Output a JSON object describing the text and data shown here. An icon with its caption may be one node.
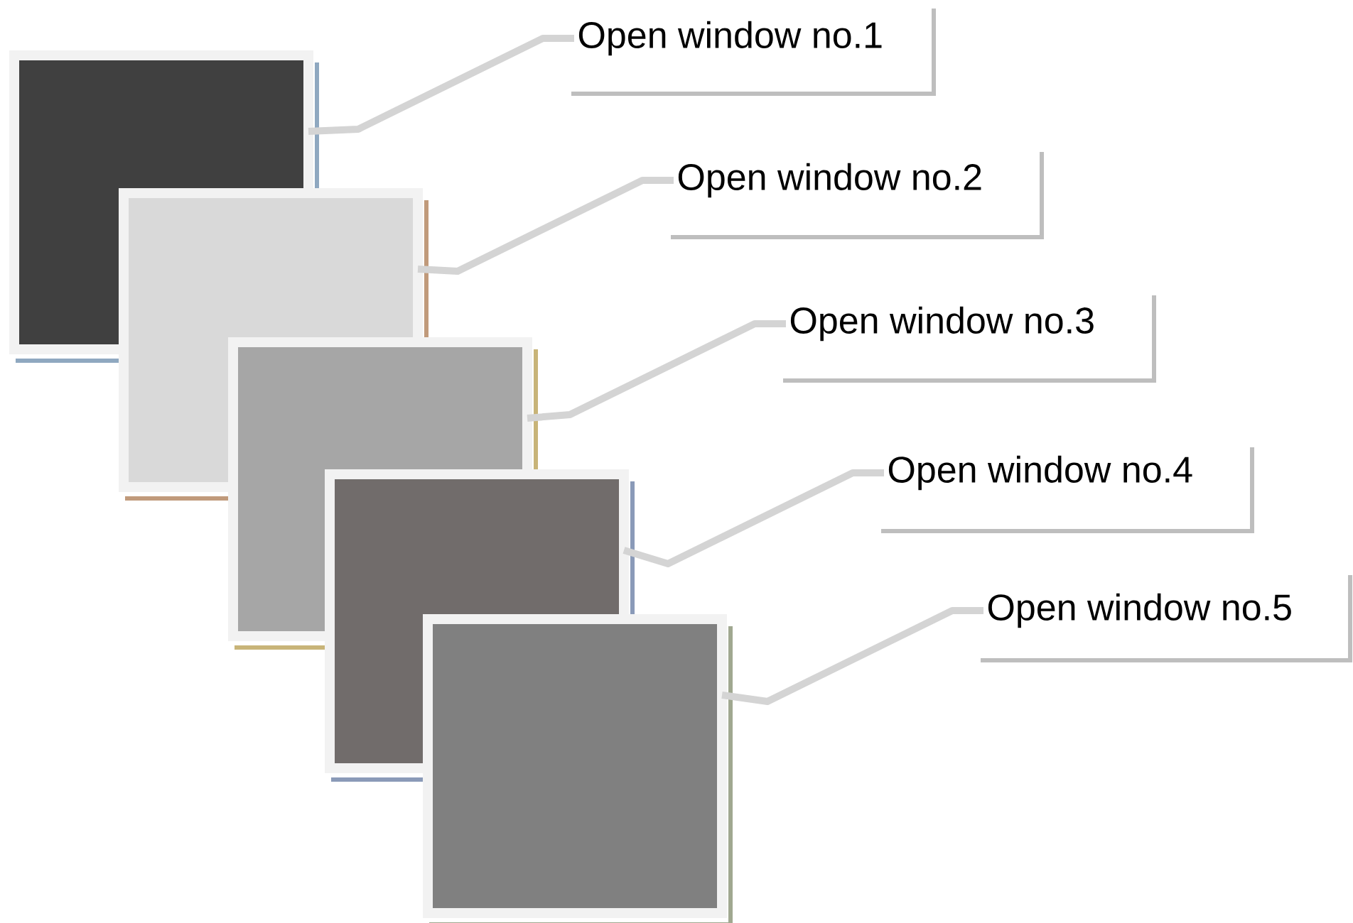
{
  "diagram": {
    "nodes": [
      {
        "text": [],
        "shape": "box"
      },
      {
        "text": [],
        "shape": "box"
      },
      {
        "text": [],
        "shape": "box"
      },
      {
        "text": [],
        "shape": "box"
      },
      {
        "text": [],
        "shape": "box"
      },
      {
        "text": [
          "Open window no.1"
        ]
      },
      {
        "text": [
          "Open window no.2"
        ]
      },
      {
        "text": [
          "Open window no.3"
        ]
      },
      {
        "text": [
          "Open window no.4"
        ]
      },
      {
        "text": [
          "Open window no.5"
        ]
      }
    ],
    "edges": [
      {
        "from": 5,
        "to": 0,
        "arrow": "none"
      },
      {
        "from": 6,
        "to": 1,
        "arrow": "none"
      },
      {
        "from": 7,
        "to": 2,
        "arrow": "none"
      },
      {
        "from": 8,
        "to": 3,
        "arrow": "none"
      },
      {
        "from": 9,
        "to": 4,
        "arrow": "none"
      }
    ]
  }
}
